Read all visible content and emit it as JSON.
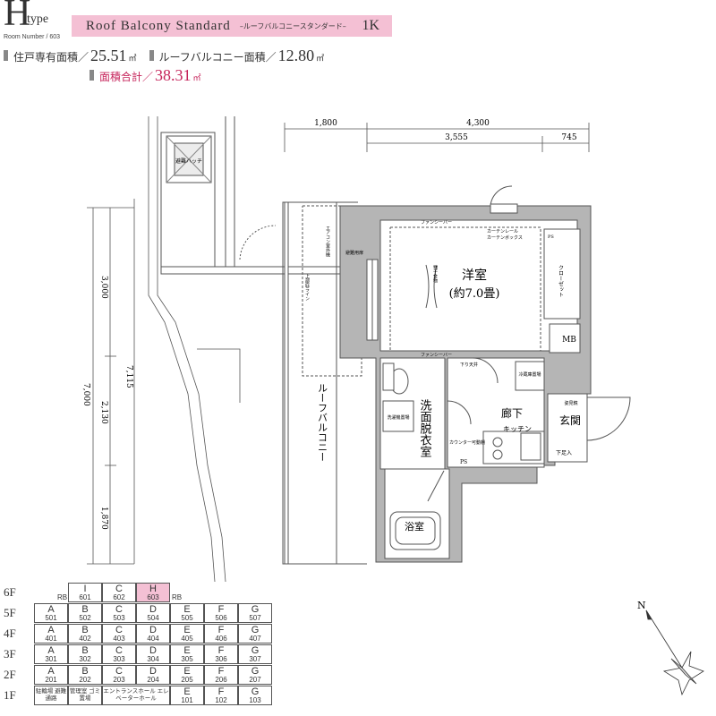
{
  "header": {
    "type_letter": "H",
    "type_word": "type",
    "room_number": "Room Number / 603",
    "plan_name": "Roof Balcony Standard",
    "plan_name_jp": "–ルーフバルコニースタンダード–",
    "layout": "1K"
  },
  "areas": {
    "private_label": "住戸専有面積／",
    "private_value": "25.51",
    "balcony_label": "ルーフバルコニー面積／",
    "balcony_value": "12.80",
    "total_label": "面積合計／",
    "total_value": "38.31",
    "unit": "㎡"
  },
  "colors": {
    "accent_pink": "#f4c0d4",
    "accent_text": "#c6245b",
    "wall_gray": "#b5b5b5"
  },
  "dimensions": {
    "top_left": "1,800",
    "top_right": "4,300",
    "sub_left": "3,555",
    "sub_right": "745",
    "left_total": "7,000",
    "left_total2": "7,115",
    "left_upper": "3,000",
    "left_mid": "2,130",
    "left_lower": "1,870"
  },
  "rooms": {
    "western_room": "洋室",
    "western_size": "(約7.0畳)",
    "corridor": "廊下",
    "kitchen": "キッチン",
    "entrance": "玄関",
    "washroom": "洗面脱衣室",
    "bathroom": "浴室",
    "roof_balcony": "ルーフバルコニー",
    "mb": "MB",
    "closet": "クローゼット",
    "shoe_box": "下足入",
    "counter_shelf": "カウンター可動棚",
    "ps": "PS",
    "ps2": "PS",
    "fancy_bar": "ファンシーバー",
    "fancy_bar2": "ファンシーバー",
    "curtain_rail": "カーテンレール",
    "curtain_box": "カーテンボックス",
    "evac_hatch": "避難ハッチ",
    "evac_hatch2": "避難用扉",
    "lower_ceiling": "下り天井",
    "fridge": "冷蔵庫置場",
    "washer": "洗濯機置場",
    "aircon": "エアコン室外機",
    "dryer": "物干金物",
    "roof_line": "上部庇ライン",
    "shoes_mirror": "姿見鏡"
  },
  "floors": [
    {
      "label": "6F",
      "rb_left": "RB",
      "rb_right": "RB",
      "units": [
        {
          "col": 1,
          "u": "I",
          "n": "601"
        },
        {
          "col": 2,
          "u": "C",
          "n": "602"
        },
        {
          "col": 3,
          "u": "H",
          "n": "603",
          "selected": true
        }
      ]
    },
    {
      "label": "5F",
      "units": [
        {
          "col": 0,
          "u": "A",
          "n": "501"
        },
        {
          "col": 1,
          "u": "B",
          "n": "502"
        },
        {
          "col": 2,
          "u": "C",
          "n": "503"
        },
        {
          "col": 3,
          "u": "D",
          "n": "504"
        },
        {
          "col": 4,
          "u": "E",
          "n": "505"
        },
        {
          "col": 5,
          "u": "F",
          "n": "506"
        },
        {
          "col": 6,
          "u": "G",
          "n": "507"
        }
      ]
    },
    {
      "label": "4F",
      "units": [
        {
          "col": 0,
          "u": "A",
          "n": "401"
        },
        {
          "col": 1,
          "u": "B",
          "n": "402"
        },
        {
          "col": 2,
          "u": "C",
          "n": "403"
        },
        {
          "col": 3,
          "u": "D",
          "n": "404"
        },
        {
          "col": 4,
          "u": "E",
          "n": "405"
        },
        {
          "col": 5,
          "u": "F",
          "n": "406"
        },
        {
          "col": 6,
          "u": "G",
          "n": "407"
        }
      ]
    },
    {
      "label": "3F",
      "units": [
        {
          "col": 0,
          "u": "A",
          "n": "301"
        },
        {
          "col": 1,
          "u": "B",
          "n": "302"
        },
        {
          "col": 2,
          "u": "C",
          "n": "303"
        },
        {
          "col": 3,
          "u": "D",
          "n": "304"
        },
        {
          "col": 4,
          "u": "E",
          "n": "305"
        },
        {
          "col": 5,
          "u": "F",
          "n": "306"
        },
        {
          "col": 6,
          "u": "G",
          "n": "307"
        }
      ]
    },
    {
      "label": "2F",
      "units": [
        {
          "col": 0,
          "u": "A",
          "n": "201"
        },
        {
          "col": 1,
          "u": "B",
          "n": "202"
        },
        {
          "col": 2,
          "u": "C",
          "n": "203"
        },
        {
          "col": 3,
          "u": "D",
          "n": "204"
        },
        {
          "col": 4,
          "u": "E",
          "n": "205"
        },
        {
          "col": 5,
          "u": "F",
          "n": "206"
        },
        {
          "col": 6,
          "u": "G",
          "n": "207"
        }
      ]
    },
    {
      "label": "1F",
      "units": [
        {
          "col": 0,
          "wide": "駐輪場 避難通路"
        },
        {
          "col": 1,
          "wide": "管理室 ゴミ置場"
        },
        {
          "col": 2,
          "span": 2,
          "wide": "エントランスホール エレベーターホール"
        },
        {
          "col": 4,
          "u": "E",
          "n": "101"
        },
        {
          "col": 5,
          "u": "F",
          "n": "102"
        },
        {
          "col": 6,
          "u": "G",
          "n": "103"
        }
      ]
    }
  ],
  "compass": {
    "north": "N"
  }
}
